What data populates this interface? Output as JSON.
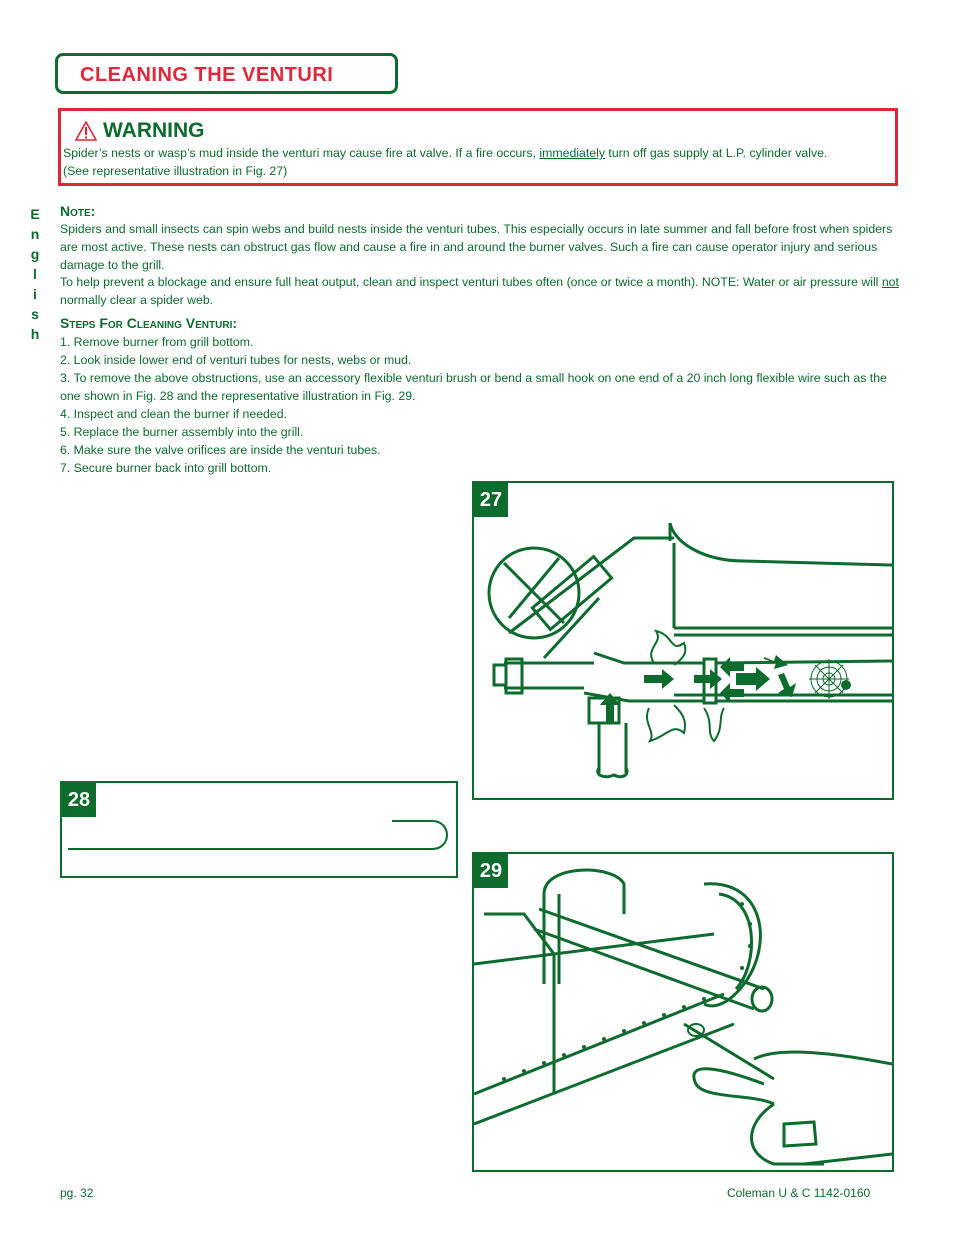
{
  "section_title": "CLEANING THE VENTURI",
  "warning": {
    "title": "WARNING",
    "text_before": " Spider’s nests or wasp’s mud inside the venturi may cause fire at valve.  If a fire occurs, ",
    "text_emphasis": "immediately",
    "text_after": " turn off gas supply at L.P. cylinder valve.",
    "text_line2": "(See representative illustration in Fig. 27)"
  },
  "side_tab_letters": [
    "E",
    "n",
    "g",
    "l",
    "i",
    "s",
    "h"
  ],
  "note": {
    "heading": "Note:",
    "paragraph1": "Spiders and small insects can spin webs and build nests inside the venturi tubes.  This especially occurs in late summer and fall before frost when spiders are most active.  These nests can obstruct gas flow and cause a fire in and around the burner valves.  Such a fire can cause operator injury and serious damage to the grill.",
    "paragraph2_before": "To help prevent a blockage and ensure full heat output, clean and inspect venturi tubes often (once or twice a month).  NOTE:  Water or air pressure will ",
    "paragraph2_emphasis": "not",
    "paragraph2_after": " normally clear a spider web."
  },
  "steps": {
    "heading": "Steps For Cleaning Venturi:",
    "items": [
      "1.  Remove burner from grill bottom.",
      "2.  Look inside lower end of venturi tubes for nests, webs or mud.",
      "3.  To remove the above obstructions, use an accessory flexible venturi brush or bend a small hook on one end of a 20 inch long flexible wire such as the one shown in Fig. 28 and the representative illustration in Fig. 29.",
      "4.  Inspect and clean the burner if needed.",
      "5.  Replace the burner assembly into the grill.",
      "6.  Make sure the valve orifices are inside the venturi tubes.",
      "7.  Secure burner back into grill bottom."
    ]
  },
  "figures": {
    "fig27": "27",
    "fig28": "28",
    "fig29": "29"
  },
  "footer": {
    "page": "pg. 32",
    "doc": "Coleman U & C 1142-0160"
  },
  "colors": {
    "green": "#0e6b2e",
    "red": "#e0283a"
  }
}
